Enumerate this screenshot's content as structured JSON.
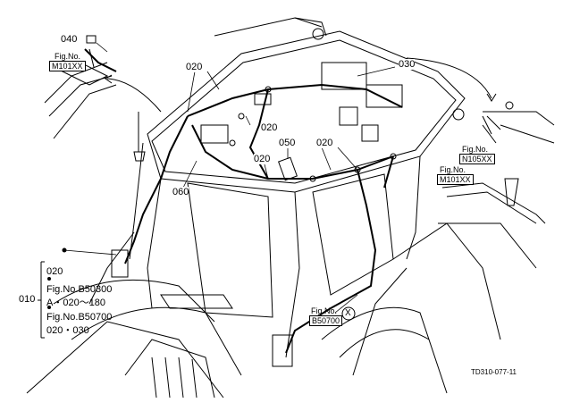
{
  "callouts": {
    "c040": "040",
    "c020_top": "020",
    "c030": "030",
    "c020_mid": "020",
    "c050": "050",
    "c020_mid2": "020",
    "c020_left": "020",
    "c060": "060"
  },
  "fig_refs": {
    "top_left": {
      "line1": "Fig.No.",
      "line2": "M101XX"
    },
    "right_upper": {
      "line1": "Fig.No.",
      "line2": "N105XX"
    },
    "right_lower": {
      "line1": "Fig.No.",
      "line2": "M101XX"
    },
    "bottom_center": {
      "line1": "Fig.No.",
      "line2": "B50700"
    }
  },
  "x_marker": "X",
  "legend": {
    "group": "010",
    "line1": "020",
    "line2": "Fig.No.B50300",
    "line3": "A・020～180",
    "line4": "Fig.No.B50700",
    "line5": "020・030"
  },
  "drawing_code": "TD310-077-11"
}
